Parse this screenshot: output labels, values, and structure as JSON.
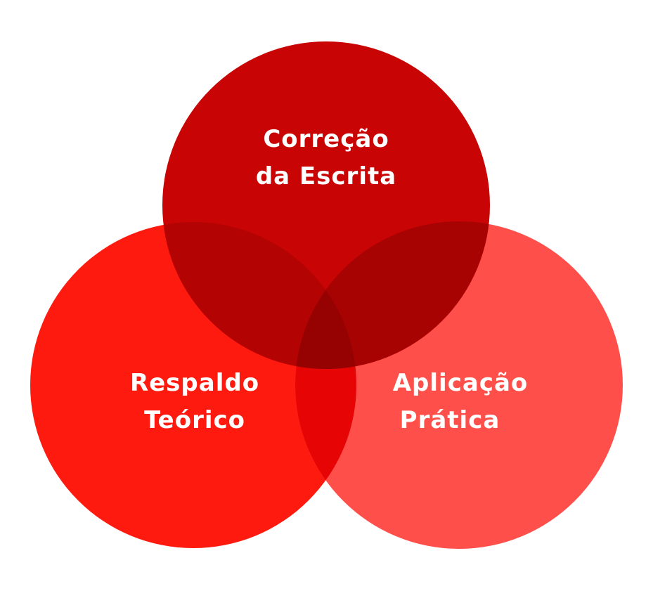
{
  "sets": [
    {
      "id": "top",
      "line1": "Correção",
      "line2": "da Escrita",
      "color": "#c80404"
    },
    {
      "id": "left",
      "line1": "Respaldo",
      "line2": "Teórico",
      "color": "#ff1a0f"
    },
    {
      "id": "right",
      "line1": "Aplicação",
      "line2": "Prática",
      "color": "#ff4f4a"
    }
  ],
  "overlap_colors": {
    "left_right": "#e60404",
    "top_left": "#b40303",
    "top_right": "#a80303",
    "all": "#960202"
  }
}
